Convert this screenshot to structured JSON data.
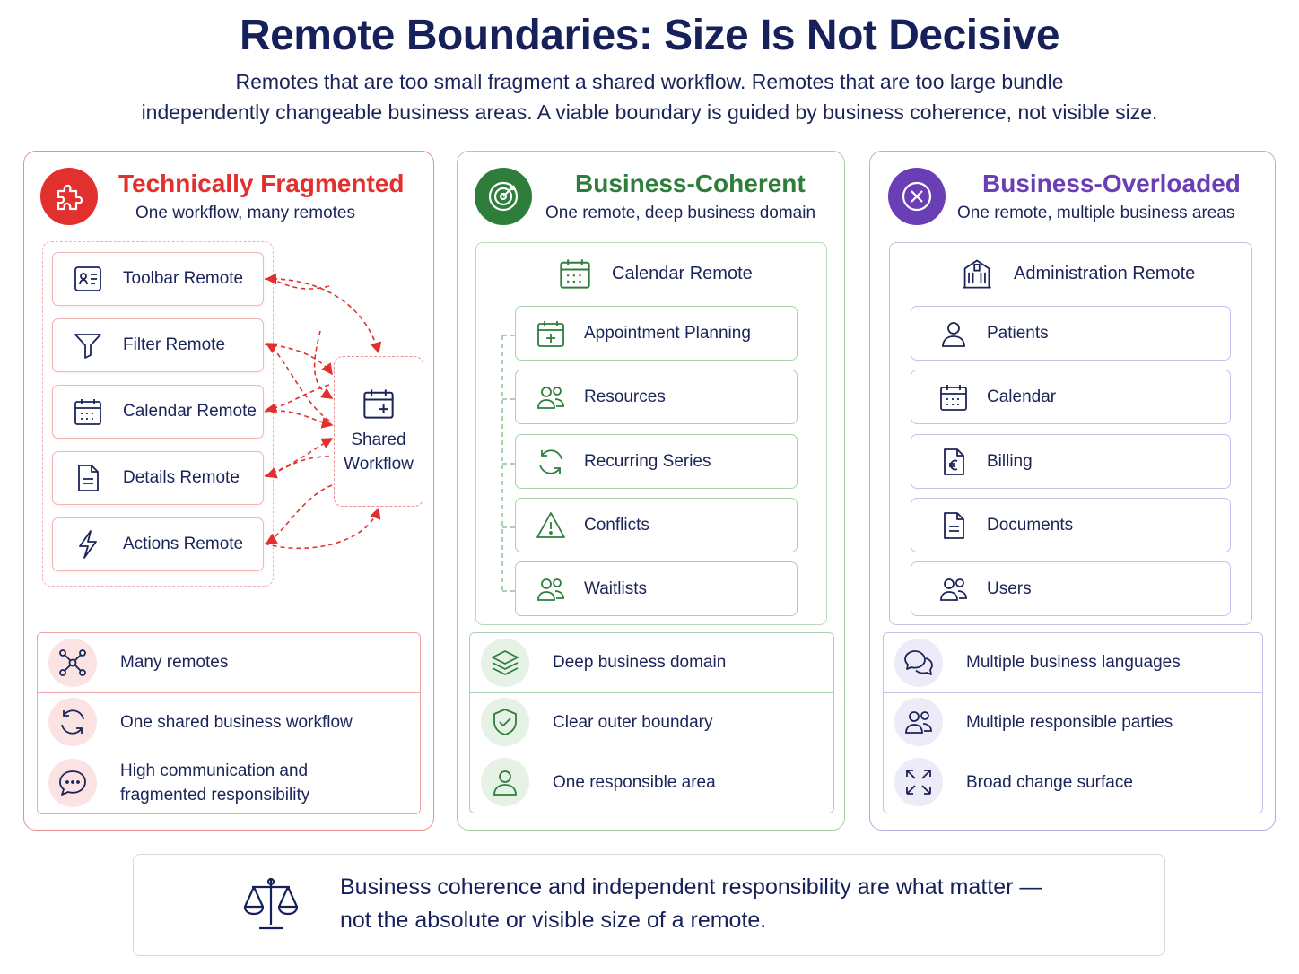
{
  "title": "Remote Boundaries: Size Is Not Decisive",
  "subtitle_line1": "Remotes that are too small fragment a shared workflow. Remotes that are too large bundle",
  "subtitle_line2": "independently changeable business areas. A viable boundary is guided by business coherence, not visible size.",
  "colors": {
    "red": "#e1302d",
    "green": "#2f7d3a",
    "purple": "#6a3fb5",
    "navy": "#16205a"
  },
  "panels": {
    "fragmented": {
      "title": "Technically Fragmented",
      "subtitle": "One workflow, many remotes",
      "icon": "puzzle-icon",
      "remotes": [
        {
          "label": "Toolbar Remote",
          "icon": "toolbar-icon"
        },
        {
          "label": "Filter Remote",
          "icon": "filter-icon"
        },
        {
          "label": "Calendar Remote",
          "icon": "calendar-icon"
        },
        {
          "label": "Details Remote",
          "icon": "document-icon"
        },
        {
          "label": "Actions Remote",
          "icon": "lightning-icon"
        }
      ],
      "shared_line1": "Shared",
      "shared_line2": "Workflow",
      "features": [
        {
          "text": "Many remotes",
          "icon": "network-icon"
        },
        {
          "text": "One shared business workflow",
          "icon": "cycle-icon"
        },
        {
          "line1": "High communication and",
          "line2": "fragmented responsibility",
          "icon": "chat-icon"
        }
      ]
    },
    "coherent": {
      "title": "Business-Coherent",
      "subtitle": "One remote, deep business domain",
      "icon": "target-icon",
      "group_title": "Calendar Remote",
      "items": [
        {
          "label": "Appointment Planning",
          "icon": "calendar-plus-icon"
        },
        {
          "label": "Resources",
          "icon": "users-icon"
        },
        {
          "label": "Recurring Series",
          "icon": "recurring-icon"
        },
        {
          "label": "Conflicts",
          "icon": "warning-icon"
        },
        {
          "label": "Waitlists",
          "icon": "users-icon"
        }
      ],
      "features": [
        {
          "text": "Deep business domain",
          "icon": "layers-icon"
        },
        {
          "text": "Clear outer boundary",
          "icon": "shield-check-icon"
        },
        {
          "text": "One responsible area",
          "icon": "person-icon"
        }
      ]
    },
    "overloaded": {
      "title": "Business-Overloaded",
      "subtitle": "One remote, multiple business areas",
      "icon": "close-circle-icon",
      "group_title": "Administration Remote",
      "items": [
        {
          "label": "Patients",
          "icon": "person-icon"
        },
        {
          "label": "Calendar",
          "icon": "calendar-icon"
        },
        {
          "label": "Billing",
          "icon": "billing-icon"
        },
        {
          "label": "Documents",
          "icon": "document-icon"
        },
        {
          "label": "Users",
          "icon": "users-icon"
        }
      ],
      "features": [
        {
          "text": "Multiple business languages",
          "icon": "chat-bubbles-icon"
        },
        {
          "text": "Multiple responsible parties",
          "icon": "users-icon"
        },
        {
          "text": "Broad change surface",
          "icon": "expand-icon"
        }
      ]
    }
  },
  "footer": {
    "line1": "Business coherence and independent responsibility are what matter —",
    "line2": "not the absolute or visible size of a remote.",
    "icon": "scale-icon"
  }
}
